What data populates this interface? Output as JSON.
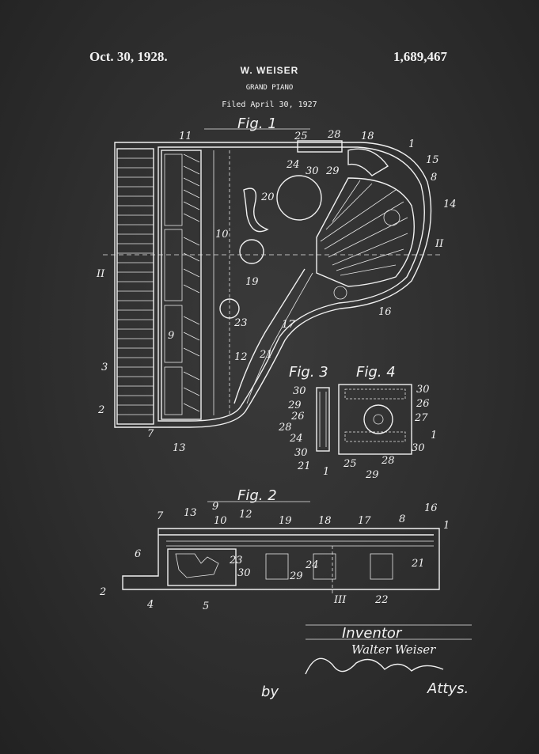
{
  "header": {
    "date": "Oct. 30, 1928.",
    "patent_number": "1,689,467",
    "inventor": "W. WEISER",
    "subject": "GRAND PIANO",
    "filed": "Filed April 30, 1927"
  },
  "figures": {
    "fig1": "Fig. 1",
    "fig2": "Fig. 2",
    "fig3": "Fig. 3",
    "fig4": "Fig. 4"
  },
  "section_marks": {
    "ii_left": "II",
    "ii_right": "II",
    "iii": "III"
  },
  "reference_numerals": {
    "fig1": [
      "11",
      "25",
      "28",
      "18",
      "1",
      "15",
      "8",
      "24",
      "30",
      "29",
      "20",
      "14",
      "10",
      "19",
      "23",
      "17",
      "16",
      "9",
      "12",
      "21",
      "3",
      "2",
      "7",
      "13"
    ],
    "fig3": [
      "30",
      "29",
      "26",
      "28",
      "24",
      "30",
      "21",
      "1"
    ],
    "fig4": [
      "30",
      "26",
      "27",
      "1",
      "30",
      "25",
      "28",
      "29"
    ],
    "fig2": [
      "7",
      "13",
      "9",
      "10",
      "12",
      "19",
      "18",
      "17",
      "8",
      "16",
      "1",
      "6",
      "23",
      "24",
      "30",
      "29",
      "21",
      "2",
      "4",
      "5",
      "22"
    ]
  },
  "signature": {
    "inventor_label": "Inventor",
    "inventor_name": "Walter Weiser",
    "by_label": "by",
    "attys_label": "Attys."
  },
  "colors": {
    "chalkboard": "#2e2e2e",
    "chalk": "#f2f2f2"
  }
}
